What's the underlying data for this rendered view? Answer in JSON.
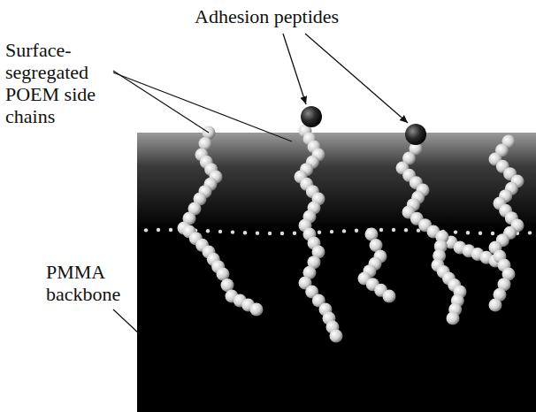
{
  "diagram": {
    "labels": [
      "Adhesion peptides",
      "Surface- segregated POEM side chains",
      "PMMA backbone"
    ]
  }
}
